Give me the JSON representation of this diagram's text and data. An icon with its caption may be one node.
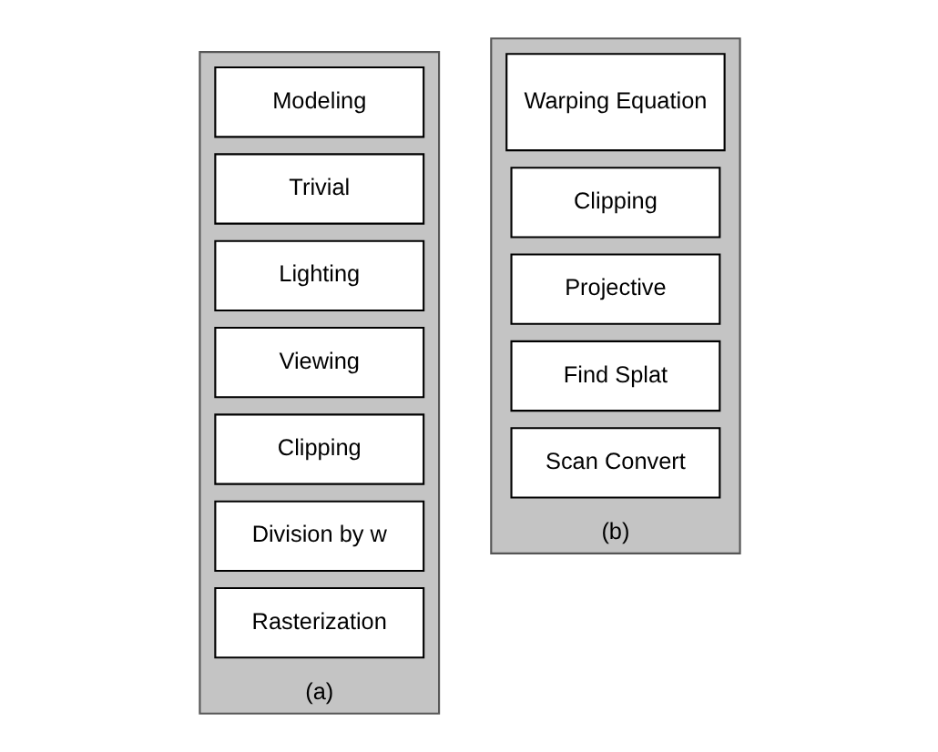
{
  "diagram": {
    "nodes": [
      {
        "text": [],
        "shape": "arrow",
        "beside": [
          "(a)"
        ]
      },
      {
        "text": [
          "Modeling"
        ],
        "in": 0
      },
      {
        "text": [
          "Trivial"
        ],
        "in": 0
      },
      {
        "text": [
          "Lighting"
        ],
        "in": 0
      },
      {
        "text": [
          "Viewing"
        ],
        "in": 0
      },
      {
        "text": [
          "Clipping"
        ],
        "in": 0
      },
      {
        "text": [
          "Division by w"
        ],
        "in": 0
      },
      {
        "text": [
          "Rasterization"
        ],
        "in": 0
      },
      {
        "text": [],
        "shape": "arrow",
        "beside": [
          "(b)"
        ]
      },
      {
        "text": [
          "Warping Equation"
        ],
        "in": 8
      },
      {
        "text": [
          "Clipping"
        ],
        "in": 8
      },
      {
        "text": [
          "Projective"
        ],
        "in": 8
      },
      {
        "text": [
          "Find Splat"
        ],
        "in": 8
      },
      {
        "text": [
          "Scan Convert"
        ],
        "in": 8
      }
    ]
  }
}
